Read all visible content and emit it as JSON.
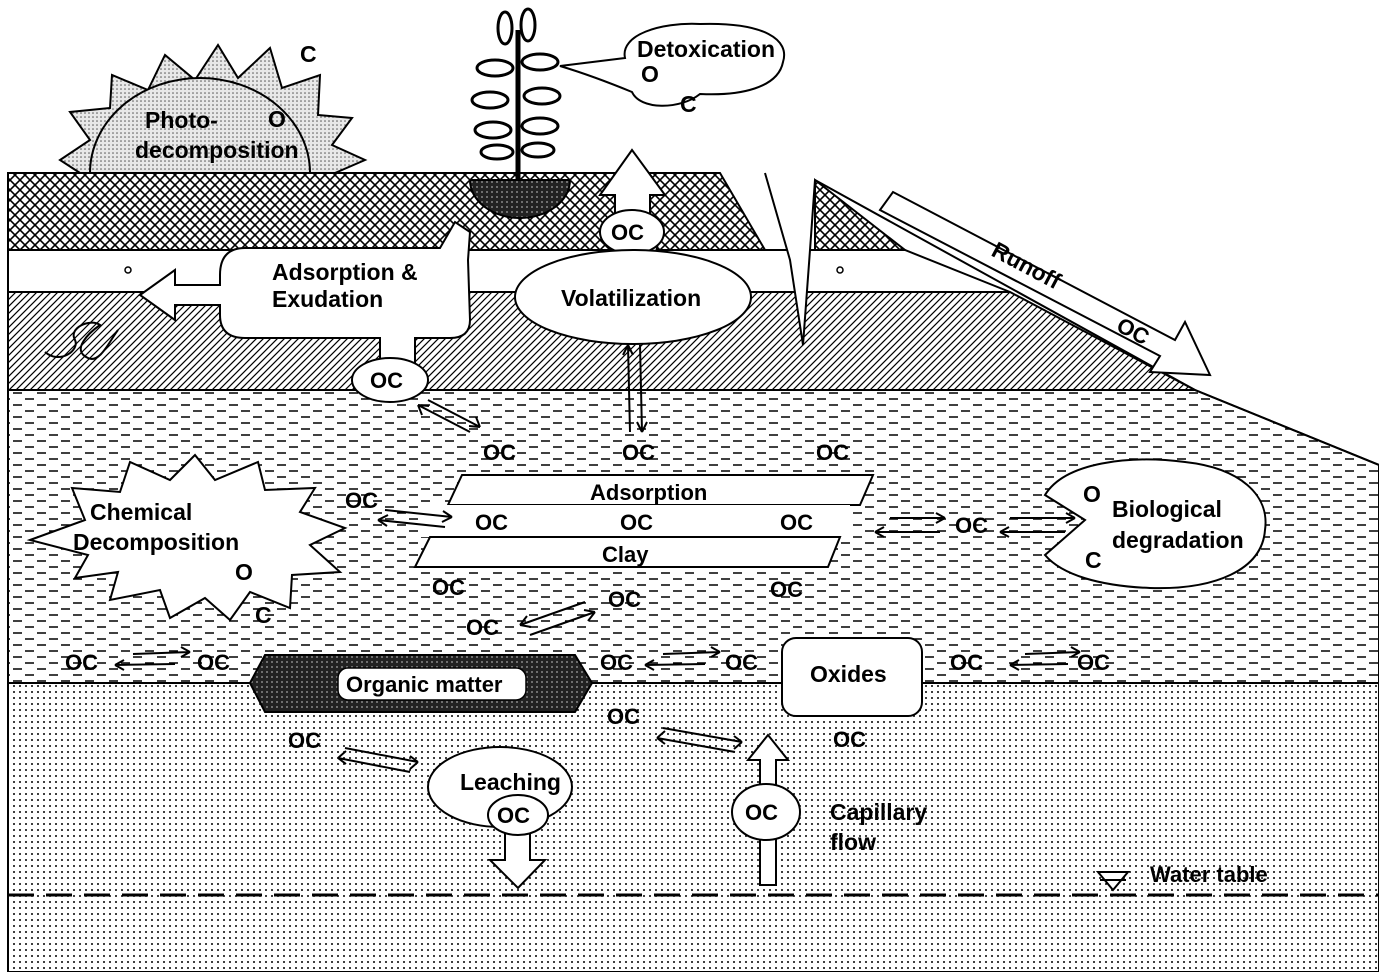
{
  "sun": {
    "line1": "Photo-",
    "line2": "decomposition",
    "o": "O",
    "c": "C"
  },
  "plant": {
    "label": "Detoxication",
    "o": "O",
    "c": "C"
  },
  "surface": {
    "adsorption_line1": "Adsorption &",
    "adsorption_line2": "Exudation",
    "adsorption_oc": "OC",
    "volatilization": "Volatilization",
    "volatilization_oc": "OC",
    "runoff": "Runoff",
    "runoff_oc": "OC"
  },
  "clay_zone": {
    "oc_top_left": "OC",
    "oc_top_mid": "OC",
    "oc_top_right": "OC",
    "adsorption": "Adsorption",
    "oc_mid_1": "OC",
    "oc_mid_2": "OC",
    "oc_mid_3": "OC",
    "clay": "Clay",
    "oc_low_left": "OC",
    "oc_low_mid": "OC",
    "oc_low_right": "OC",
    "oc_low_2": "OC",
    "chem_line1": "Chemical",
    "chem_line2": "Decomposition",
    "chem_o": "O",
    "chem_c": "C",
    "chem_oc": "OC",
    "bio_line1": "Biological",
    "bio_line2": "degradation",
    "bio_o": "O",
    "bio_c": "C",
    "bio_oc": "OC",
    "row_oc_1": "OC",
    "row_oc_2": "OC",
    "row_oc_3": "OC",
    "row_oc_4": "OC",
    "row_oc_5": "OC",
    "row_oc_6": "OC",
    "organic_matter": "Organic matter",
    "oxides": "Oxides"
  },
  "subsoil": {
    "oc_left": "OC",
    "oc_mid": "OC",
    "oc_right": "OC",
    "leaching": "Leaching",
    "leaching_oc": "OC",
    "capillary_oc": "OC",
    "capillary_line1": "Capillary",
    "capillary_line2": "flow",
    "water_table": "Water table"
  }
}
